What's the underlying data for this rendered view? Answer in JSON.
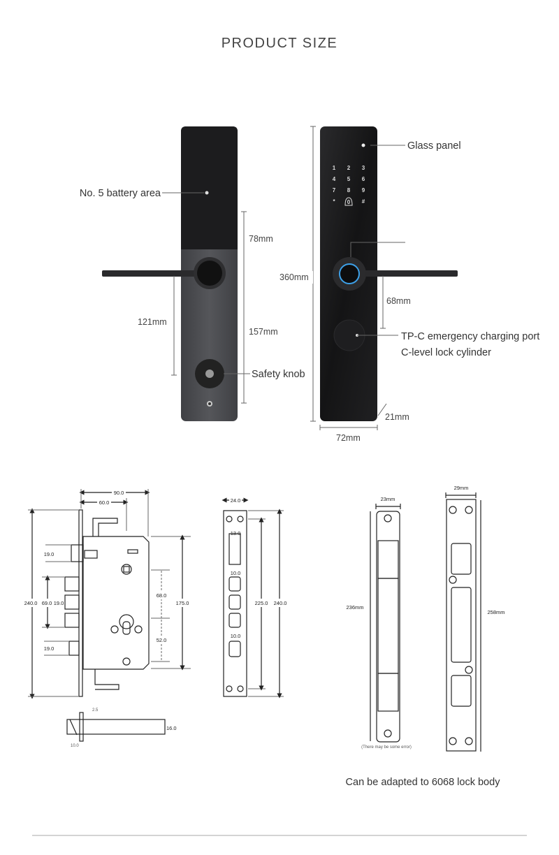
{
  "title": "PRODUCT SIZE",
  "labels": {
    "battery_area": "No. 5 battery area",
    "safety_knob": "Safety knob",
    "glass_panel": "Glass panel",
    "charging_port": "TP-C emergency charging port",
    "lock_cylinder": "C-level lock cylinder",
    "adapted": "Can be adapted to 6068 lock body",
    "error_note": "(There may be some error)"
  },
  "keypad": [
    "1",
    "2",
    "3",
    "4",
    "5",
    "6",
    "7",
    "8",
    "9",
    "*",
    "0",
    "#"
  ],
  "dimensions": {
    "d78": "78mm",
    "d157": "157mm",
    "d121": "121mm",
    "d360": "360mm",
    "d68": "68mm",
    "d21": "21mm",
    "d72": "72mm"
  },
  "lock_body": {
    "w90": "90.0",
    "w60": "60.0",
    "h240": "240.0",
    "h69": "69.0",
    "b19a": "19.0",
    "b19b": "19.0",
    "b19c": "19.0",
    "h68": "68.0",
    "h52": "52.0",
    "h175": "175.0",
    "t25": "2.5",
    "t16": "16.0",
    "t10": "10.0"
  },
  "faceplate": {
    "w24": "24.0",
    "w13": "13.0",
    "w10a": "10.0",
    "w10b": "10.0",
    "h225": "225.0",
    "h240": "240.0"
  },
  "strike_a": {
    "w": "23mm",
    "h": "236mm"
  },
  "strike_b": {
    "w": "29mm",
    "h": "258mm"
  },
  "colors": {
    "panel": "#1c1c1e",
    "panel_lower": "#4b4c50",
    "fingerprint_ring": "#3da0e8"
  }
}
